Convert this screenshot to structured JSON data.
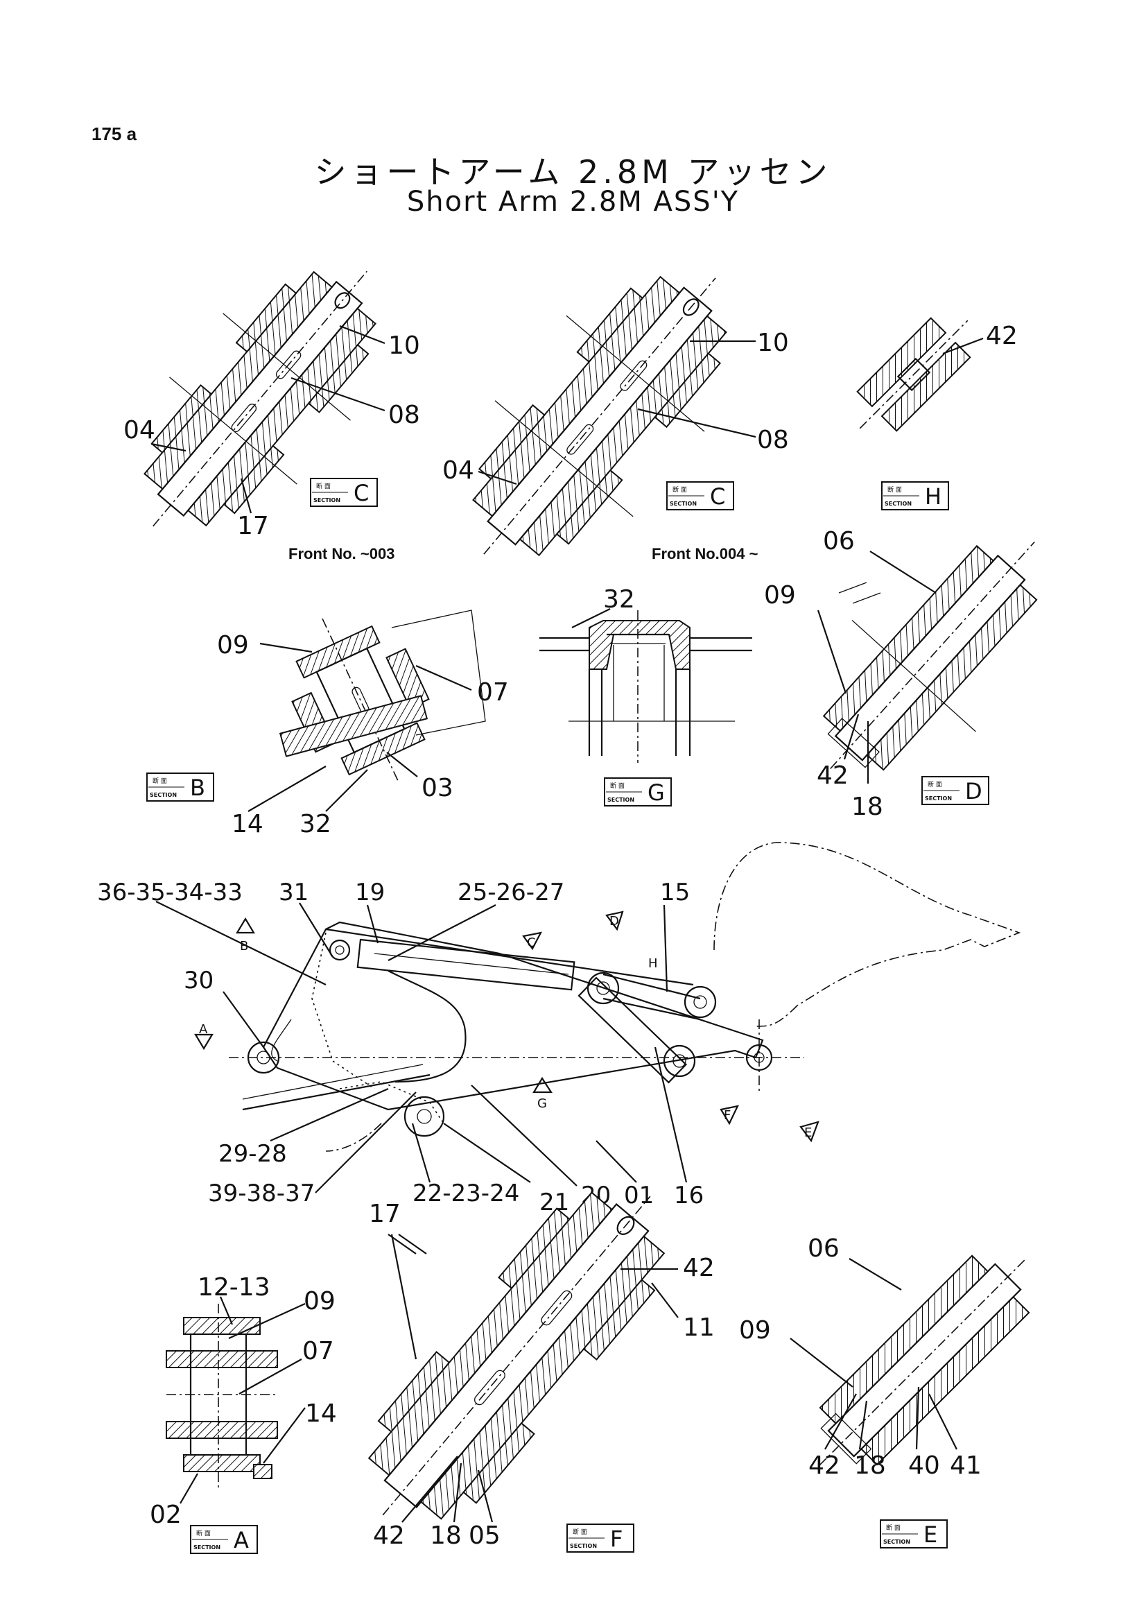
{
  "page_number": "175 a",
  "title_jp": "ショートアーム 2.8M アッセン",
  "title_en": "Short Arm 2.8M ASS'Y",
  "notes": {
    "front_early": "Front No. ~003",
    "front_late": "Front No.004 ~"
  },
  "section_badge": {
    "jp": "断 面",
    "en": "SECTION"
  },
  "sections": {
    "c1": "C",
    "c2": "C",
    "h": "H",
    "b": "B",
    "g": "G",
    "d": "D",
    "a": "A",
    "f": "F",
    "e": "E"
  },
  "callouts": {
    "c1_10": "10",
    "c1_08": "08",
    "c1_04": "04",
    "c1_17": "17",
    "c2_10": "10",
    "c2_08": "08",
    "c2_04": "04",
    "h_42": "42",
    "b_09": "09",
    "b_07": "07",
    "b_03": "03",
    "b_14": "14",
    "b_32": "32",
    "g_32": "32",
    "d_06": "06",
    "d_09": "09",
    "d_42": "42",
    "d_18": "18",
    "m_36": "36-35-34-33",
    "m_31": "31",
    "m_19": "19",
    "m_25": "25-26-27",
    "m_15": "15",
    "m_30": "30",
    "m_29": "29-28",
    "m_39": "39-38-37",
    "m_22": "22-23-24",
    "m_21": "21",
    "m_20": "20",
    "m_01": "01",
    "m_16": "16",
    "a_12": "12-13",
    "a_09": "09",
    "a_07": "07",
    "a_14": "14",
    "a_02": "02",
    "f_17": "17",
    "f_42a": "42",
    "f_11": "11",
    "f_42b": "42",
    "f_18": "18",
    "f_05": "05",
    "e_06": "06",
    "e_09": "09",
    "e_42": "42",
    "e_18": "18",
    "e_40": "40",
    "e_41": "41"
  },
  "view_markers": {
    "a": "A",
    "b": "B",
    "c": "C",
    "d": "D",
    "e": "E",
    "f": "F",
    "g": "G",
    "h": "H"
  }
}
